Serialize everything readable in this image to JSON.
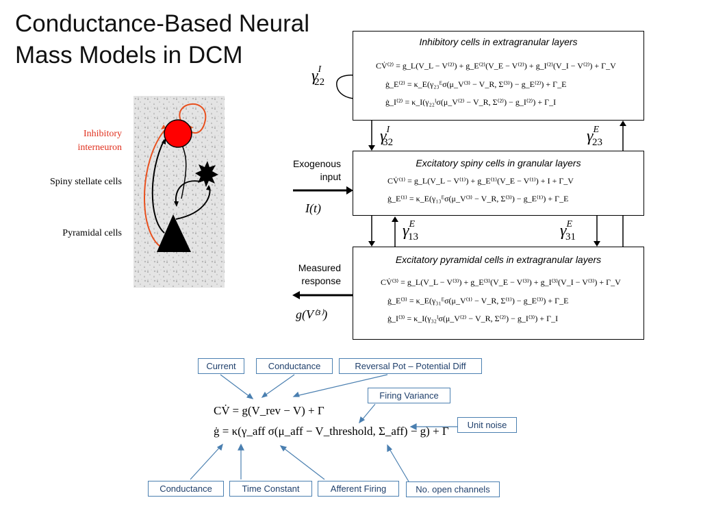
{
  "title": {
    "line1": "Conductance-Based Neural",
    "line2": "Mass Models in DCM"
  },
  "cortex": {
    "inhibitory_label": "Inhibitory interneuron",
    "stellate_label": "Spiny stellate cells",
    "pyramidal_label": "Pyramidal cells",
    "inhibitory_color": "#ff0000",
    "connection_color": "#e8501e"
  },
  "boxes": {
    "inhibitory": {
      "title": "Inhibitory cells in extragranular layers",
      "eq1": "CV̇⁽²⁾ = g_L(V_L − V⁽²⁾) + g_E⁽²⁾(V_E − V⁽²⁾) + g_I⁽²⁾(V_I − V⁽²⁾) + Γ_V",
      "eq2": "ġ_E⁽²⁾ = κ_E(γ₂₃ᴱσ(μ_V⁽³⁾ − V_R, Σ⁽³⁾) − g_E⁽²⁾) + Γ_E",
      "eq3": "ġ_I⁽²⁾ = κ_I(γ₂₂ᴵσ(μ_V⁽²⁾ − V_R, Σ⁽²⁾) − g_I⁽²⁾) + Γ_I"
    },
    "spiny": {
      "title": "Excitatory spiny cells in granular layers",
      "eq1": "CV̇⁽¹⁾ = g_L(V_L − V⁽¹⁾) + g_E⁽¹⁾(V_E − V⁽¹⁾) + I + Γ_V",
      "eq2": "ġ_E⁽¹⁾ = κ_E(γ₁₃ᴱσ(μ_V⁽³⁾ − V_R, Σ⁽³⁾) − g_E⁽¹⁾) + Γ_E"
    },
    "pyramidal": {
      "title": "Excitatory pyramidal cells in extragranular layers",
      "eq1": "CV̇⁽³⁾ = g_L(V_L − V⁽³⁾) + g_E⁽³⁾(V_E − V⁽³⁾) + g_I⁽³⁾(V_I − V⁽³⁾) + Γ_V",
      "eq2": "ġ_E⁽³⁾ = κ_E(γ₃₁ᴱσ(μ_V⁽¹⁾ − V_R, Σ⁽¹⁾) − g_E⁽³⁾) + Γ_E",
      "eq3": "ġ_I⁽³⁾ = κ_I(γ₃₂ᴵσ(μ_V⁽²⁾ − V_R, Σ⁽²⁾) − g_I⁽³⁾) + Γ_I"
    }
  },
  "gammas": {
    "g22": {
      "sym": "γ",
      "sup": "I",
      "sub": "22"
    },
    "g32": {
      "sym": "γ",
      "sup": "I",
      "sub": "32"
    },
    "g23": {
      "sym": "γ",
      "sup": "E",
      "sub": "23"
    },
    "g13": {
      "sym": "γ",
      "sup": "E",
      "sub": "13"
    },
    "g31": {
      "sym": "γ",
      "sup": "E",
      "sub": "31"
    }
  },
  "input": {
    "label_line1": "Exogenous",
    "label_line2": "input",
    "symbol": "I(t)"
  },
  "output": {
    "label_line1": "Measured",
    "label_line2": "response",
    "symbol": "g(V⁽³⁾)"
  },
  "summary": {
    "eq1": "CV̇ = g(V_rev − V) + Γ",
    "eq2": "ġ = κ(γ_aff σ(μ_aff − V_threshold, Σ_aff) − g) + Γ",
    "callouts": {
      "current": "Current",
      "conductance_top": "Conductance",
      "reversal": "Reversal Pot – Potential Diff",
      "firing_variance": "Firing Variance",
      "unit_noise": "Unit noise",
      "conductance_bottom": "Conductance",
      "time_constant": "Time Constant",
      "afferent_firing": "Afferent Firing",
      "open_channels": "No. open channels"
    },
    "callout_border_color": "#4a7fb0"
  }
}
